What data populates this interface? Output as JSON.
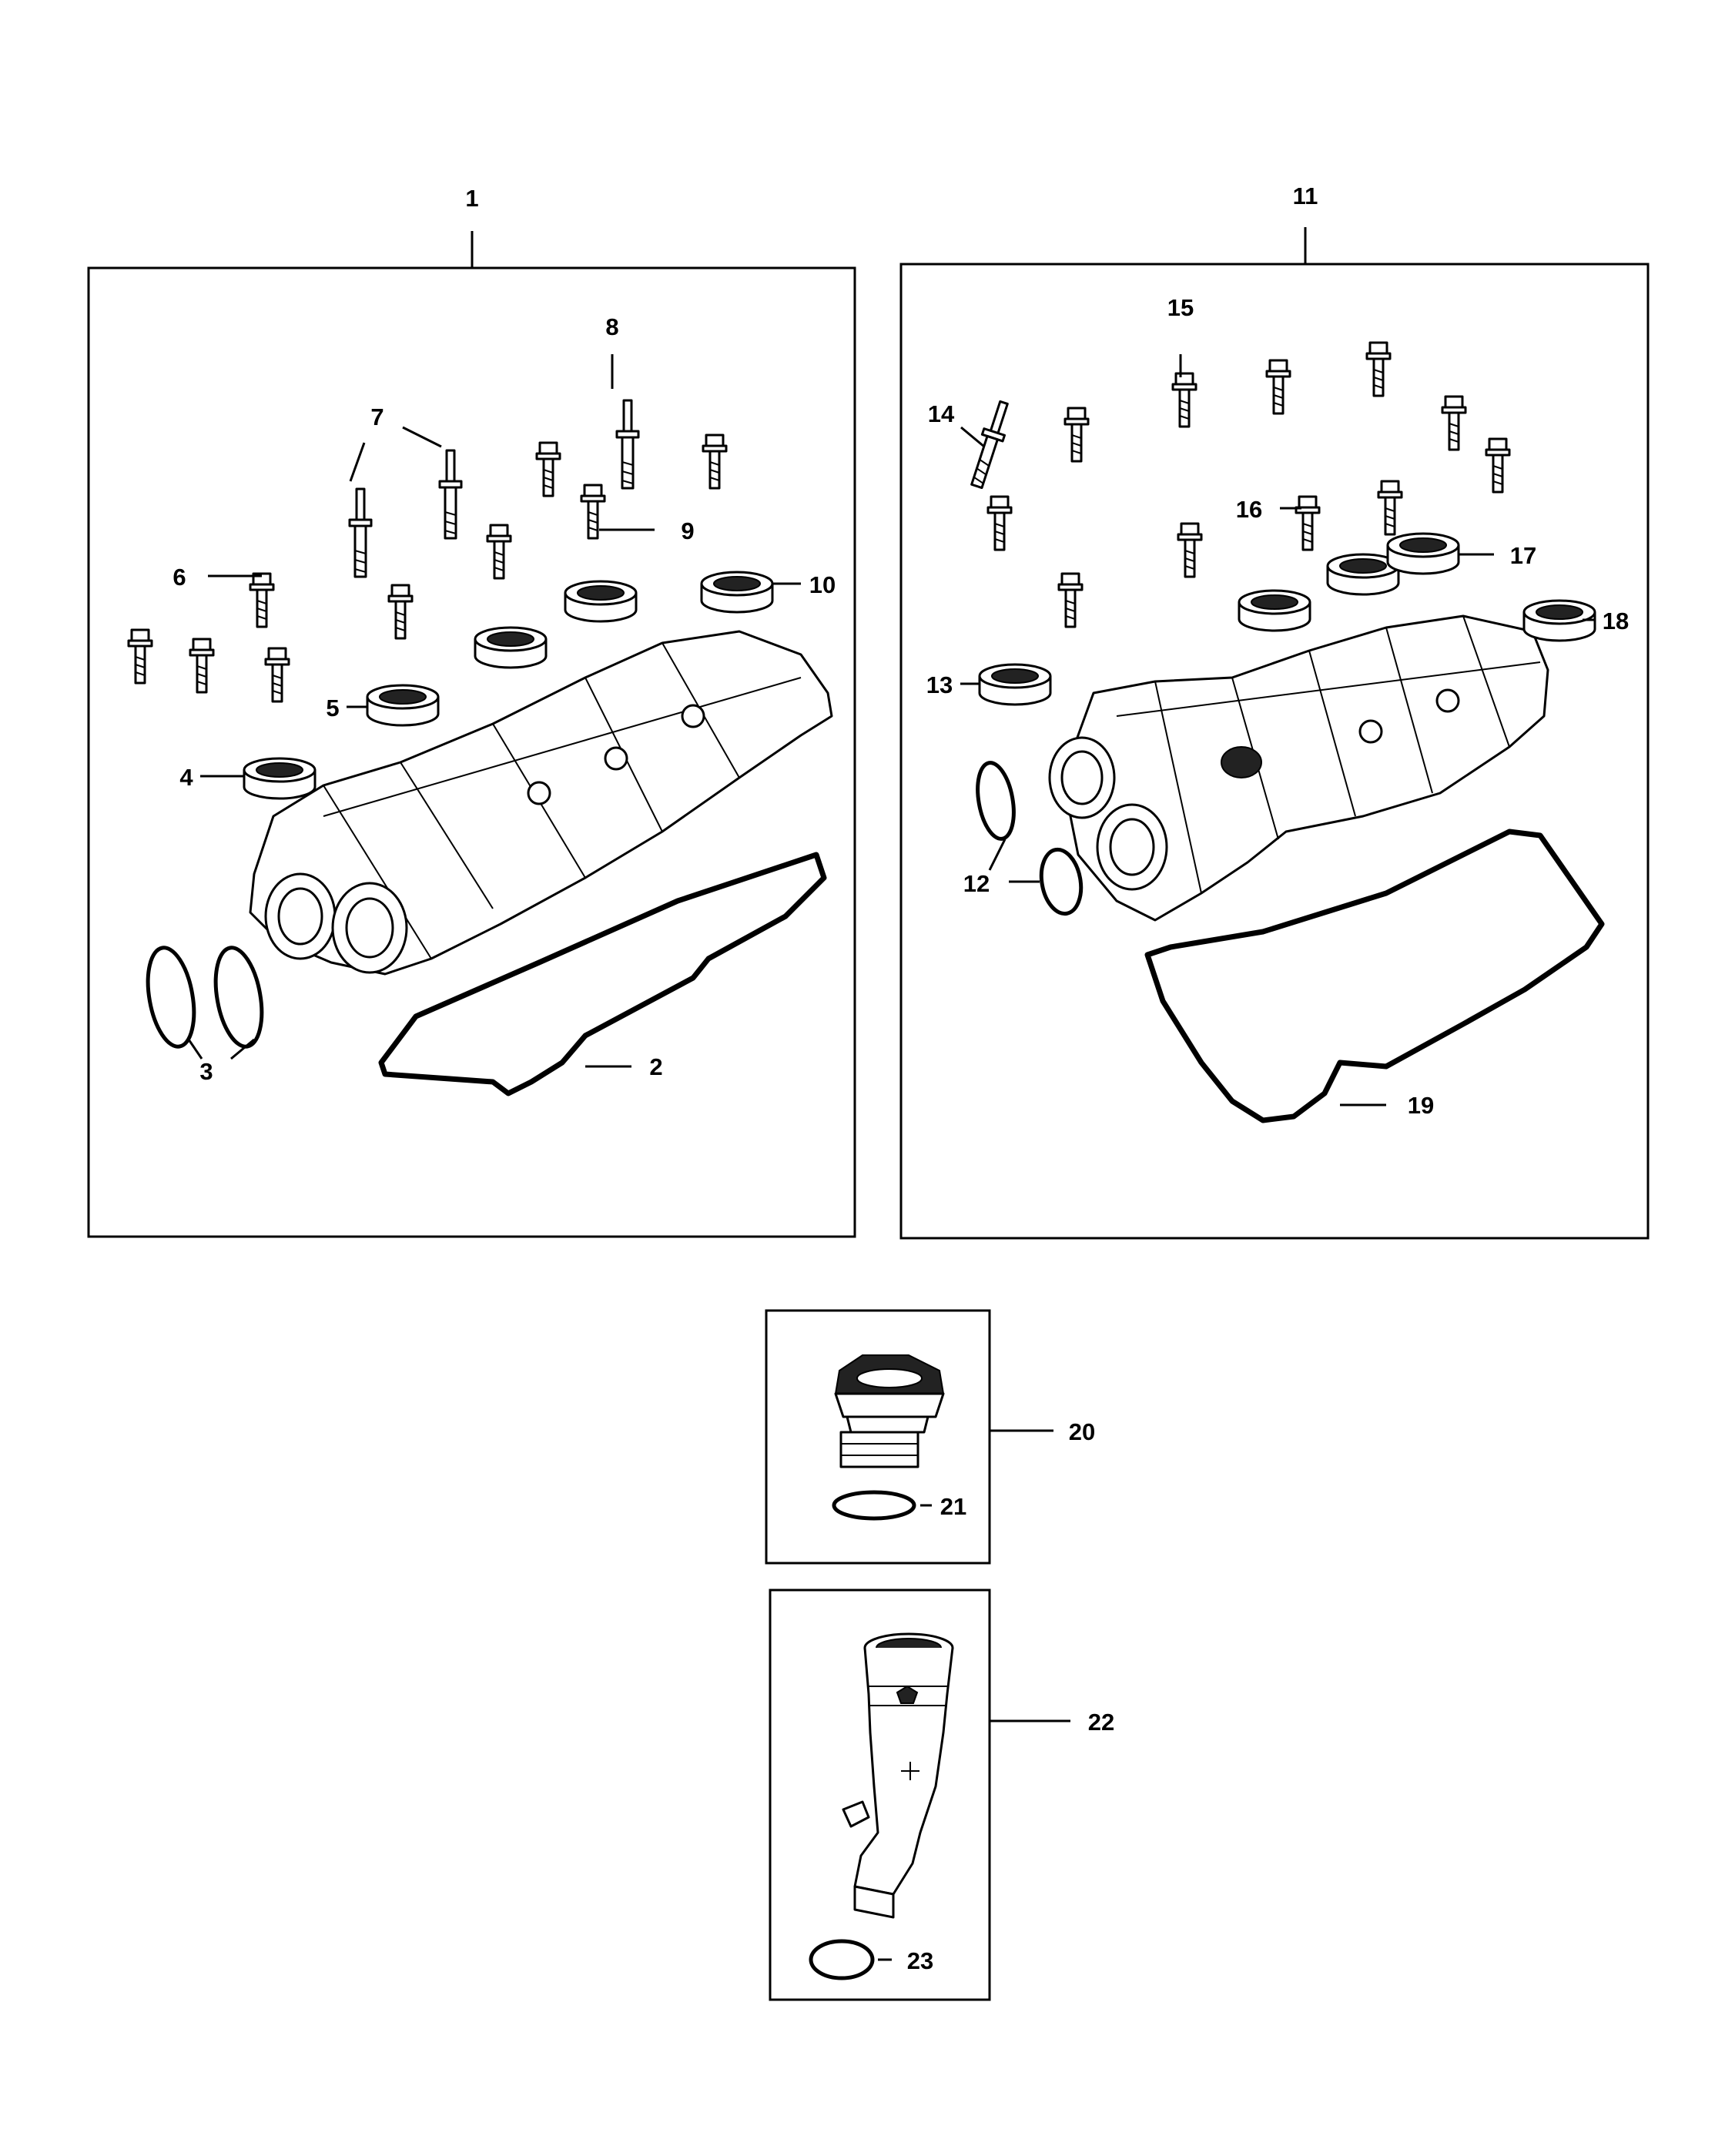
{
  "callouts": {
    "c1": "1",
    "c2": "2",
    "c3": "3",
    "c4": "4",
    "c5": "5",
    "c6": "6",
    "c7": "7",
    "c8": "8",
    "c9": "9",
    "c10": "10",
    "c11": "11",
    "c12": "12",
    "c13": "13",
    "c14": "14",
    "c15": "15",
    "c16": "16",
    "c17": "17",
    "c18": "18",
    "c19": "19",
    "c20": "20",
    "c21": "21",
    "c22": "22",
    "c23": "23"
  },
  "icons": {
    "cylinder_head_cover": "cover-icon",
    "cover_gasket": "gasket-icon",
    "bolt": "bolt-icon",
    "stud": "stud-icon",
    "spark_plug_seal": "seal-icon",
    "o_ring": "o-ring-icon",
    "oil_filler_cap": "oil-cap-icon",
    "oil_filler_tube": "filler-tube-icon"
  }
}
